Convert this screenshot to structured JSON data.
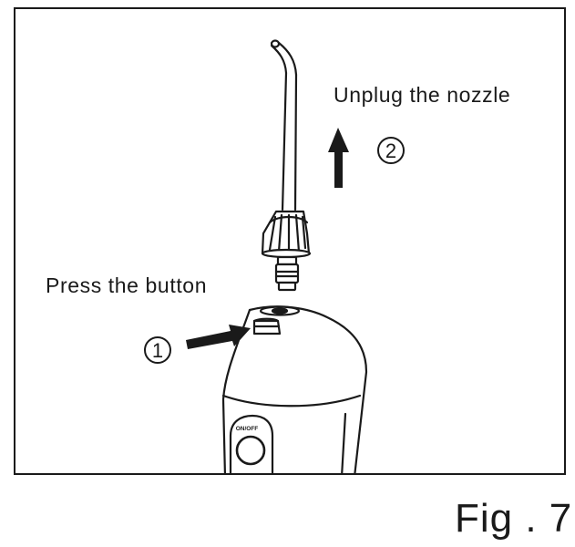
{
  "labels": {
    "unplug_nozzle": "Unplug the nozzle",
    "press_button": "Press the button",
    "power_button": "ON/OFF"
  },
  "steps": {
    "one": "1",
    "two": "2"
  },
  "caption": "Fig . 7",
  "icons": {
    "nozzle": "water-flosser-nozzle-icon",
    "handle": "water-flosser-handle-icon",
    "release_button": "nozzle-release-button-icon",
    "arrow_up": "arrow-up-icon",
    "arrow_right": "arrow-right-icon"
  },
  "colors": {
    "line": "#1a1a1a",
    "background": "#ffffff"
  }
}
